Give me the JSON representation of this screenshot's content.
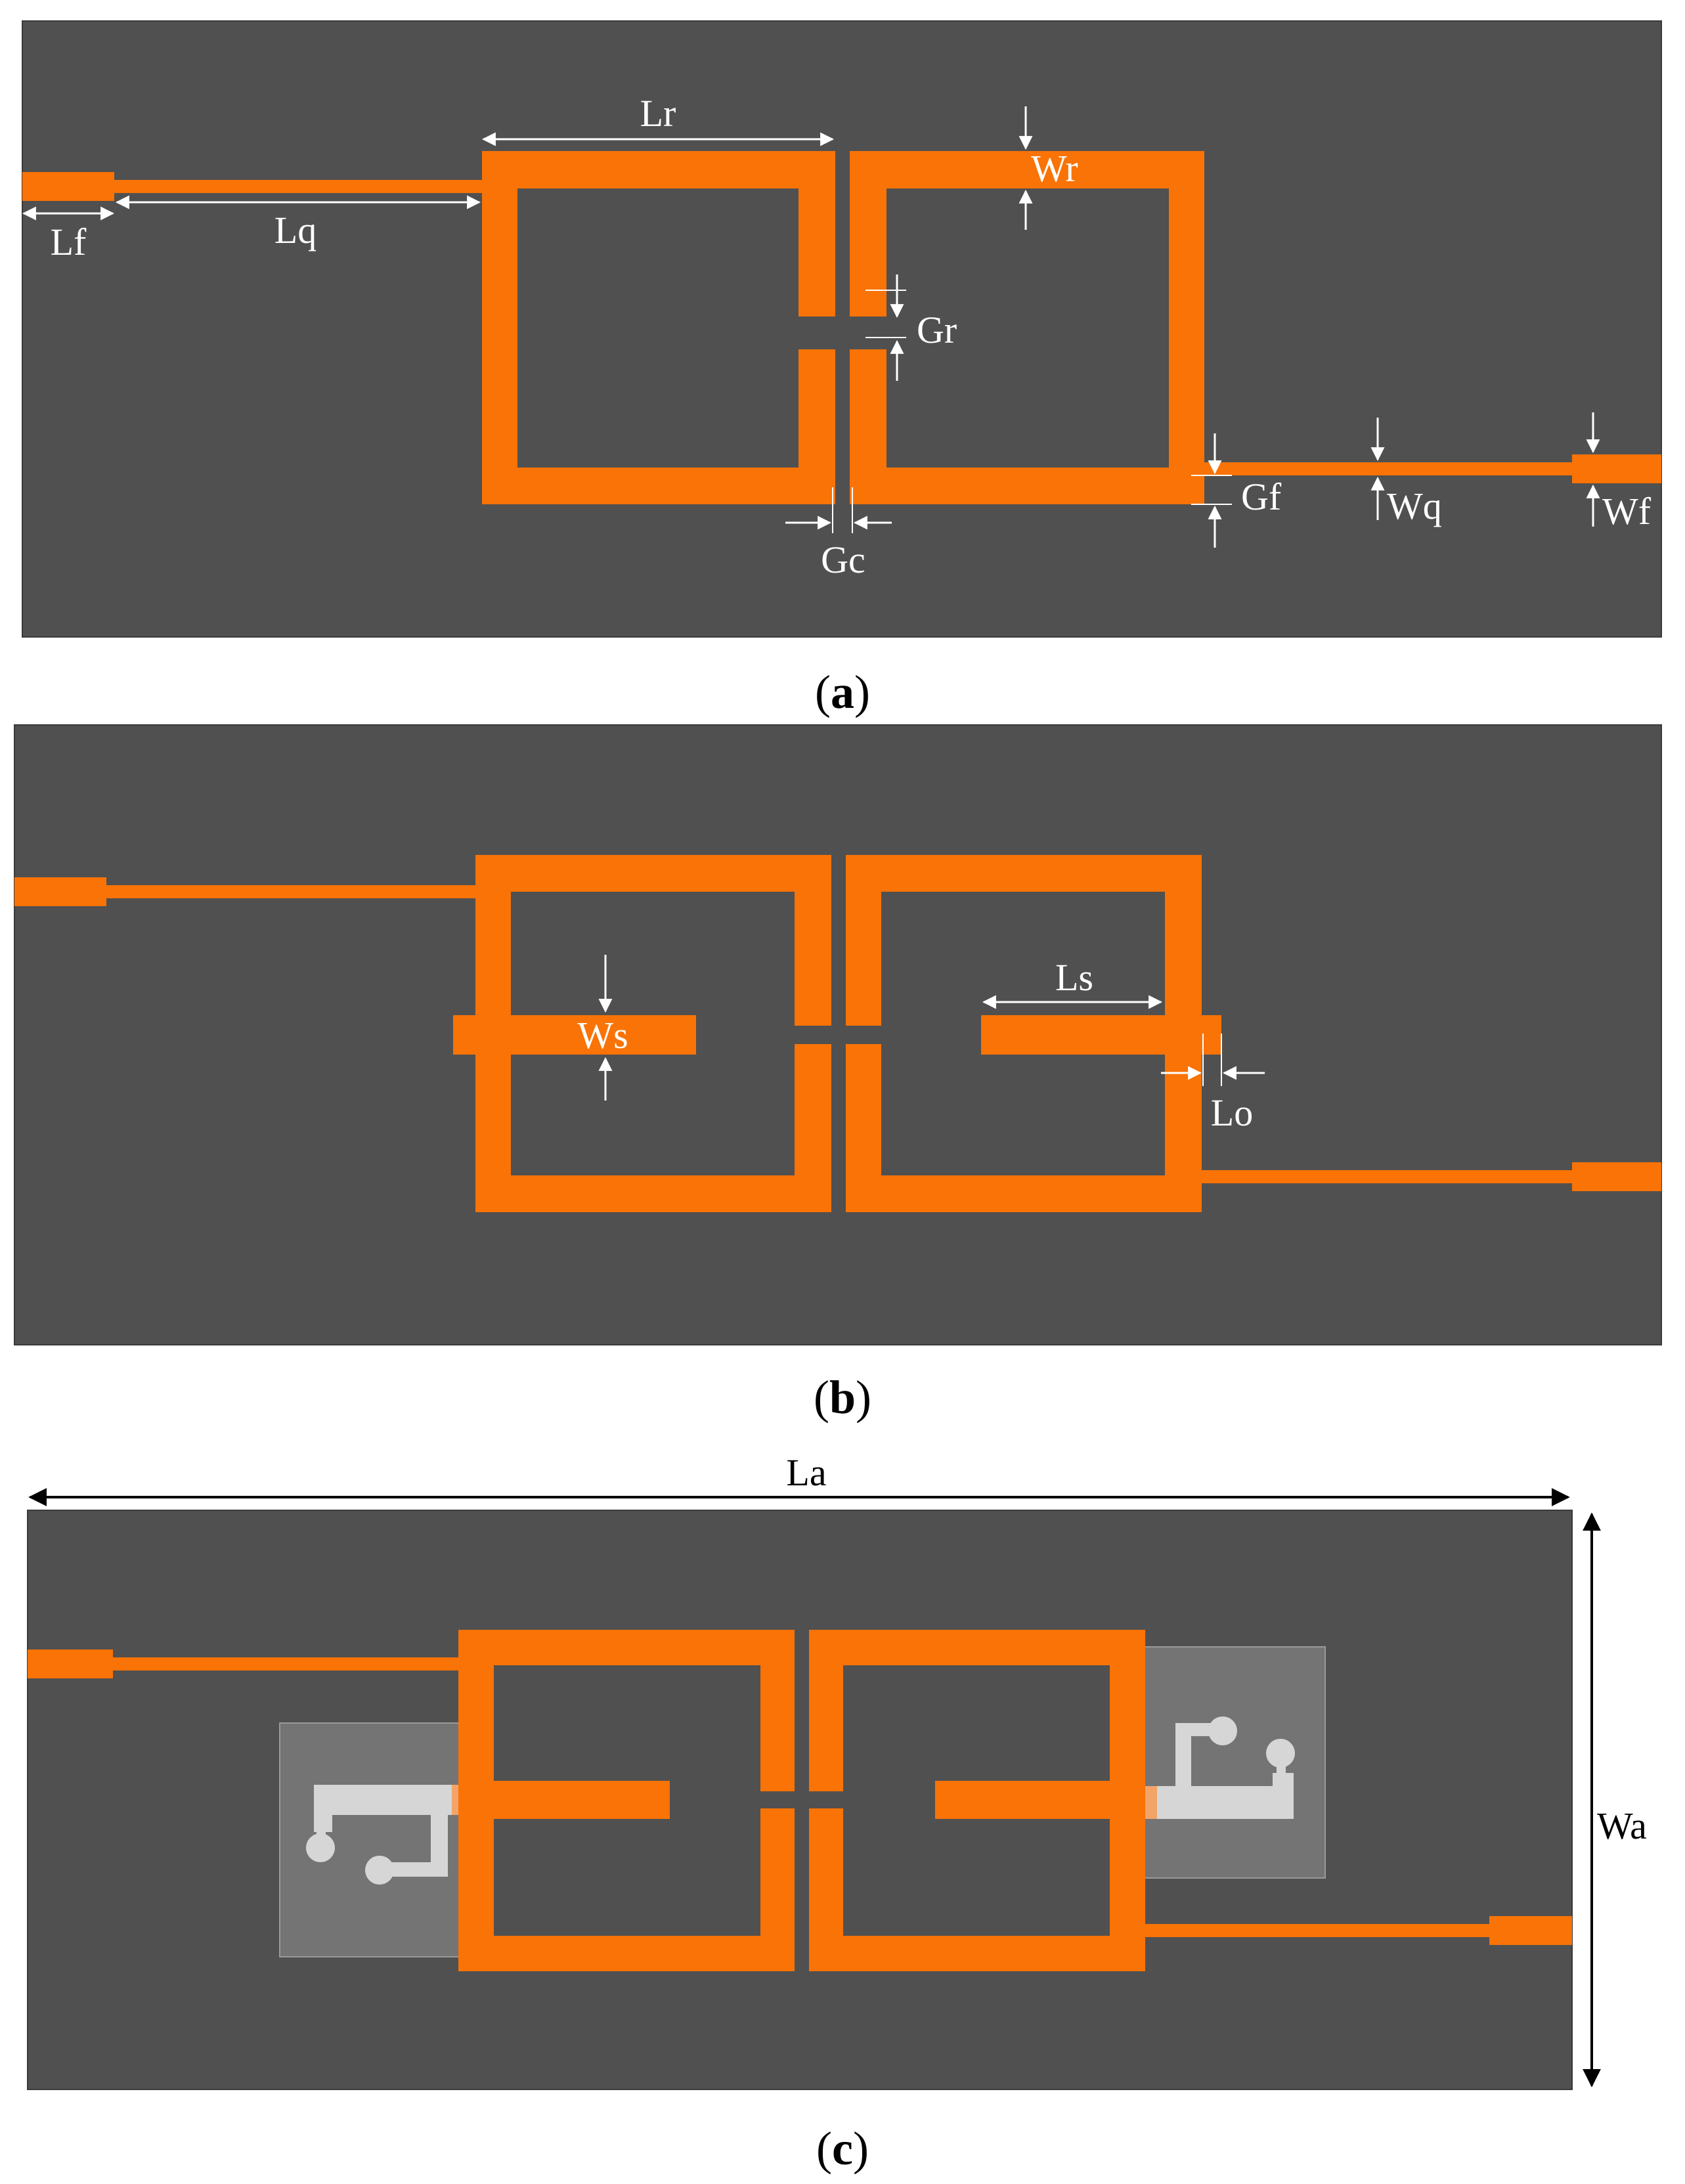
{
  "colors": {
    "background": "#ffffff",
    "substrate": "#505050",
    "copper": "#f97306",
    "dimension_light": "#ffffff",
    "dimension_dark": "#000000",
    "element_box": "#7a7a7a",
    "element_trace": "#d6d6d6"
  },
  "panels": [
    {
      "caption": {
        "open": "(",
        "letter": "a",
        "close": ")"
      },
      "labels": {
        "lr": "Lr",
        "wr": "Wr",
        "lf": "Lf",
        "lq": "Lq",
        "gr": "Gr",
        "gc": "Gc",
        "gf": "Gf",
        "wq": "Wq",
        "wf": "Wf"
      }
    },
    {
      "caption": {
        "open": "(",
        "letter": "b",
        "close": ")"
      },
      "labels": {
        "ws": "Ws",
        "ls": "Ls",
        "lo": "Lo"
      }
    },
    {
      "caption": {
        "open": "(",
        "letter": "c",
        "close": ")"
      },
      "labels": {
        "la": "La",
        "wa": "Wa"
      }
    }
  ]
}
